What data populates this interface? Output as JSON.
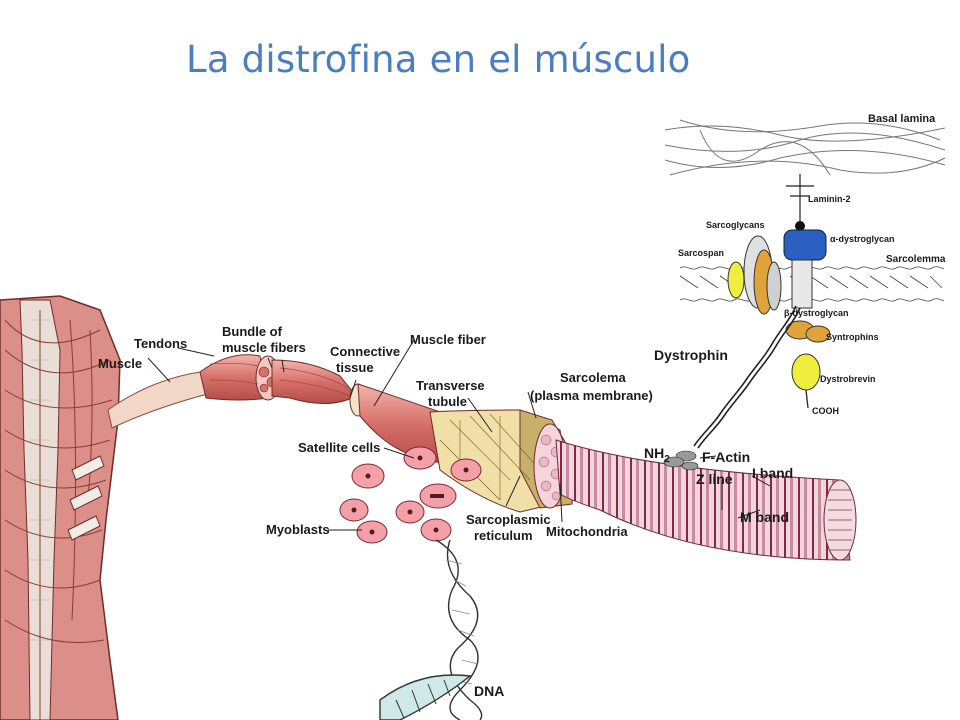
{
  "title": "La distrofina en el músculo",
  "labels": {
    "basal_lamina": "Basal lamina",
    "laminin": "Laminin-2",
    "sarcoglycans": "Sarcoglycans",
    "alpha_dystroglycan": "α-dystroglycan",
    "sarcospan": "Sarcospan",
    "sarcolemma_right": "Sarcolemma",
    "beta_dystroglycan": "β-dystroglycan",
    "syntrophins": "Syntrophins",
    "dystrobrevin": "Dystrobrevin",
    "cooh": "COOH",
    "dystrophin": "Dystrophin",
    "nh2": "NH",
    "nh2_sub": "2",
    "f_actin": "F-Actin",
    "z_line": "Z line",
    "i_band": "I band",
    "m_band": "M band",
    "tendons": "Tendons",
    "muscle": "Muscle",
    "bundle_line1": "Bundle of",
    "bundle_line2": "muscle fibers",
    "connective_line1": "Connective",
    "connective_line2": "tissue",
    "muscle_fiber": "Muscle fiber",
    "transverse_line1": "Transverse",
    "transverse_line2": "tubule",
    "sarcolema_line1": "Sarcolema",
    "sarcolema_line2": "(plasma membrane)",
    "satellite_cells": "Satellite cells",
    "myoblasts": "Myoblasts",
    "sarcoplasmic_line1": "Sarcoplasmic",
    "sarcoplasmic_line2": "reticulum",
    "mitochondria": "Mitochondria",
    "dna": "DNA"
  },
  "colors": {
    "title": "#4a7ebf",
    "muscle": "#d9837f",
    "dystroglycan": "#2b5fc0",
    "sarcoglycan": "#e0a33a",
    "yellow_protein": "#f0ee3c"
  }
}
